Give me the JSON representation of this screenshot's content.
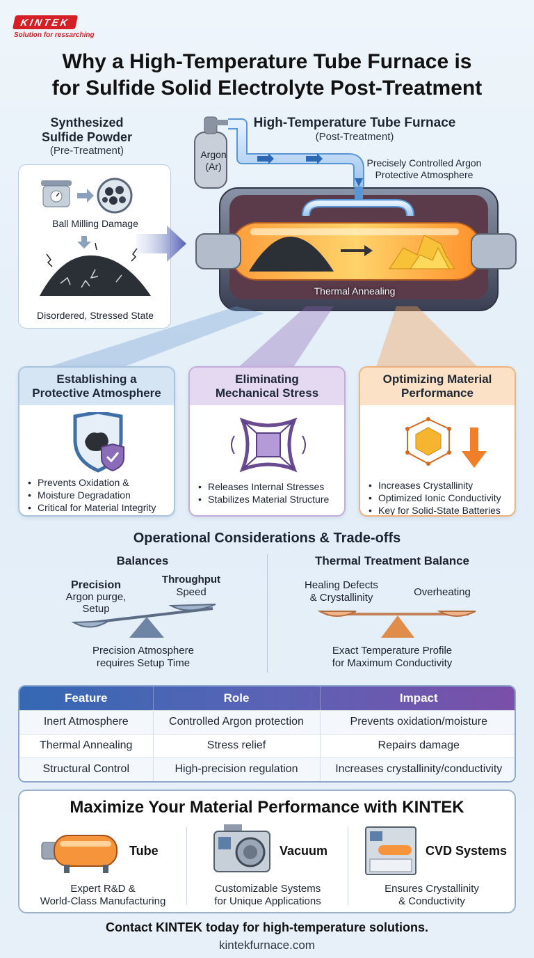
{
  "brand": {
    "logo": "KINTEK",
    "tagline": "Solution for ressarching"
  },
  "title": {
    "line1": "Why a High-Temperature Tube Furnace is",
    "line2": "for Sulfide Solid Electrolyte Post-Treatment"
  },
  "pre": {
    "title_line1": "Synthesized",
    "title_line2": "Sulfide Powder",
    "subtitle": "(Pre-Treatment)",
    "ball_milling": "Ball Milling Damage",
    "state": "Disordered, Stressed State"
  },
  "furnace": {
    "title": "High-Temperature Tube Furnace",
    "subtitle": "(Post-Treatment)",
    "argon_line1": "Argon",
    "argon_line2": "(Ar)",
    "atmosphere_line1": "Precisely Controlled Argon",
    "atmosphere_line2": "Protective Atmosphere",
    "annealing": "Thermal Annealing"
  },
  "cards": [
    {
      "title_line1": "Establishing a",
      "title_line2": "Protective Atmosphere",
      "bullets": [
        "Prevents Oxidation &",
        "Moisture Degradation",
        "Critical for Material Integrity"
      ],
      "accent": "#2f6fae"
    },
    {
      "title_line1": "Eliminating",
      "title_line2": "Mechanical Stress",
      "bullets": [
        "Releases Internal Stresses",
        "Stabilizes Material Structure"
      ],
      "accent": "#7a4fa0"
    },
    {
      "title_line1": "Optimizing Material",
      "title_line2": "Performance",
      "bullets": [
        "Increases Crystallinity",
        "Optimized Ionic Conductivity",
        "Key for Solid-State Batteries"
      ],
      "accent": "#e2862b"
    }
  ],
  "considerations": {
    "title": "Operational Considerations & Trade-offs",
    "left": {
      "heading": "Balances",
      "precision": "Precision",
      "precision_detail_line1": "Argon purge,",
      "precision_detail_line2": "Setup",
      "throughput_line1": "Throughput",
      "throughput_line2": "Speed",
      "caption_line1": "Precision Atmosphere",
      "caption_line2": "requires Setup Time"
    },
    "right": {
      "heading": "Thermal Treatment Balance",
      "healing_line1": "Healing Defects",
      "healing_line2": "& Crystallinity",
      "overheating": "Overheating",
      "caption_line1": "Exact Temperature Profile",
      "caption_line2": "for Maximum Conductivity"
    }
  },
  "table": {
    "headers": [
      "Feature",
      "Role",
      "Impact"
    ],
    "rows": [
      [
        "Inert Atmosphere",
        "Controlled Argon protection",
        "Prevents oxidation/moisture"
      ],
      [
        "Thermal Annealing",
        "Stress relief",
        "Repairs damage"
      ],
      [
        "Structural Control",
        "High-precision regulation",
        "Increases crystallinity/conductivity"
      ]
    ]
  },
  "cta": {
    "title": "Maximize Your Material Performance with KINTEK",
    "products": [
      {
        "label": "Tube",
        "desc_line1": "Expert R&D &",
        "desc_line2": "World-Class Manufacturing"
      },
      {
        "label": "Vacuum",
        "desc_line1": "Customizable Systems",
        "desc_line2": "for Unique Applications"
      },
      {
        "label": "CVD Systems",
        "desc_line1": "Ensures Crystallinity",
        "desc_line2": "& Conductivity"
      }
    ],
    "contact": "Contact KINTEK today for high-temperature solutions.",
    "website": "kintekfurnace.com"
  }
}
